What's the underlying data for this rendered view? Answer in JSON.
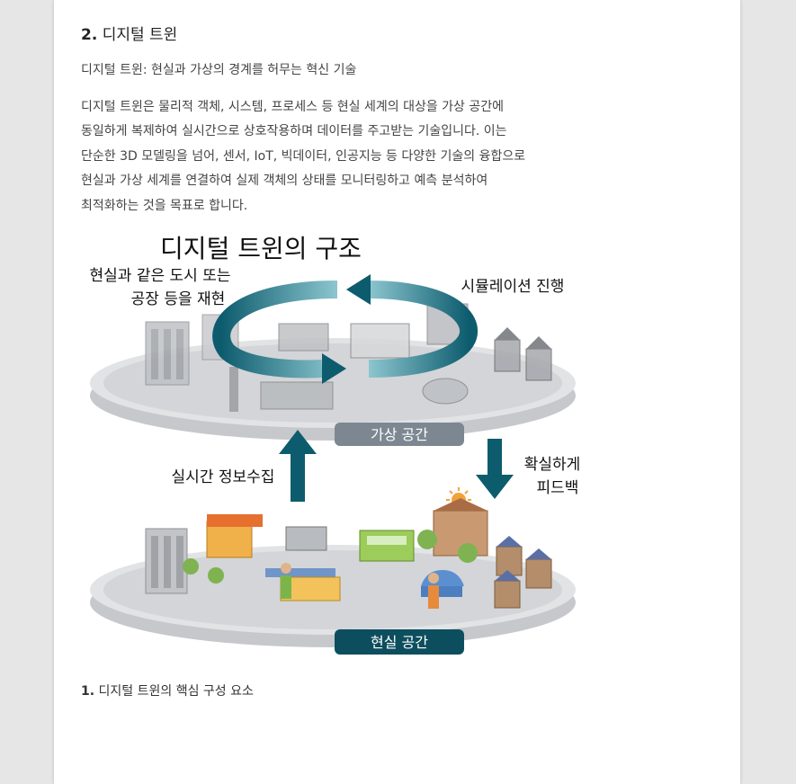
{
  "section": {
    "number": "2.",
    "title": "디지털 트윈"
  },
  "subtitle": "디지털 트윈: 현실과 가상의 경계를 허무는 혁신 기술",
  "paragraph": {
    "line1": "디지털 트윈은 물리적 객체, 시스템, 프로세스 등 현실 세계의 대상을 가상 공간에",
    "line2": "동일하게 복제하여 실시간으로 상호작용하며 데이터를 주고받는 기술입니다. 이는",
    "line3": "단순한 3D 모델링을 넘어, 센서, IoT, 빅데이터, 인공지능 등 다양한 기술의 융합으로",
    "line4": "현실과 가상 세계를 연결하여 실제 객체의 상태를 모니터링하고 예측 분석하여",
    "line5": "최적화하는 것을 목표로 합니다."
  },
  "figure": {
    "title": "디지털 트윈의 구조",
    "left_label_line1": "현실과 같은 도시 또는",
    "left_label_line2": "공장 등을 재현",
    "right_label": "시뮬레이션 진행",
    "virtual_space": "가상 공간",
    "realtime_collection": "실시간 정보수집",
    "feedback_line1": "확실하게",
    "feedback_line2": "피드백",
    "real_space": "현실 공간"
  },
  "list_item": {
    "number": "1.",
    "text": "디지털 트윈의 핵심 구성 요소"
  },
  "colors": {
    "teal_dark": "#0d5c6e",
    "teal_light": "#9ccfd6",
    "disc": "#d7d9dc"
  }
}
